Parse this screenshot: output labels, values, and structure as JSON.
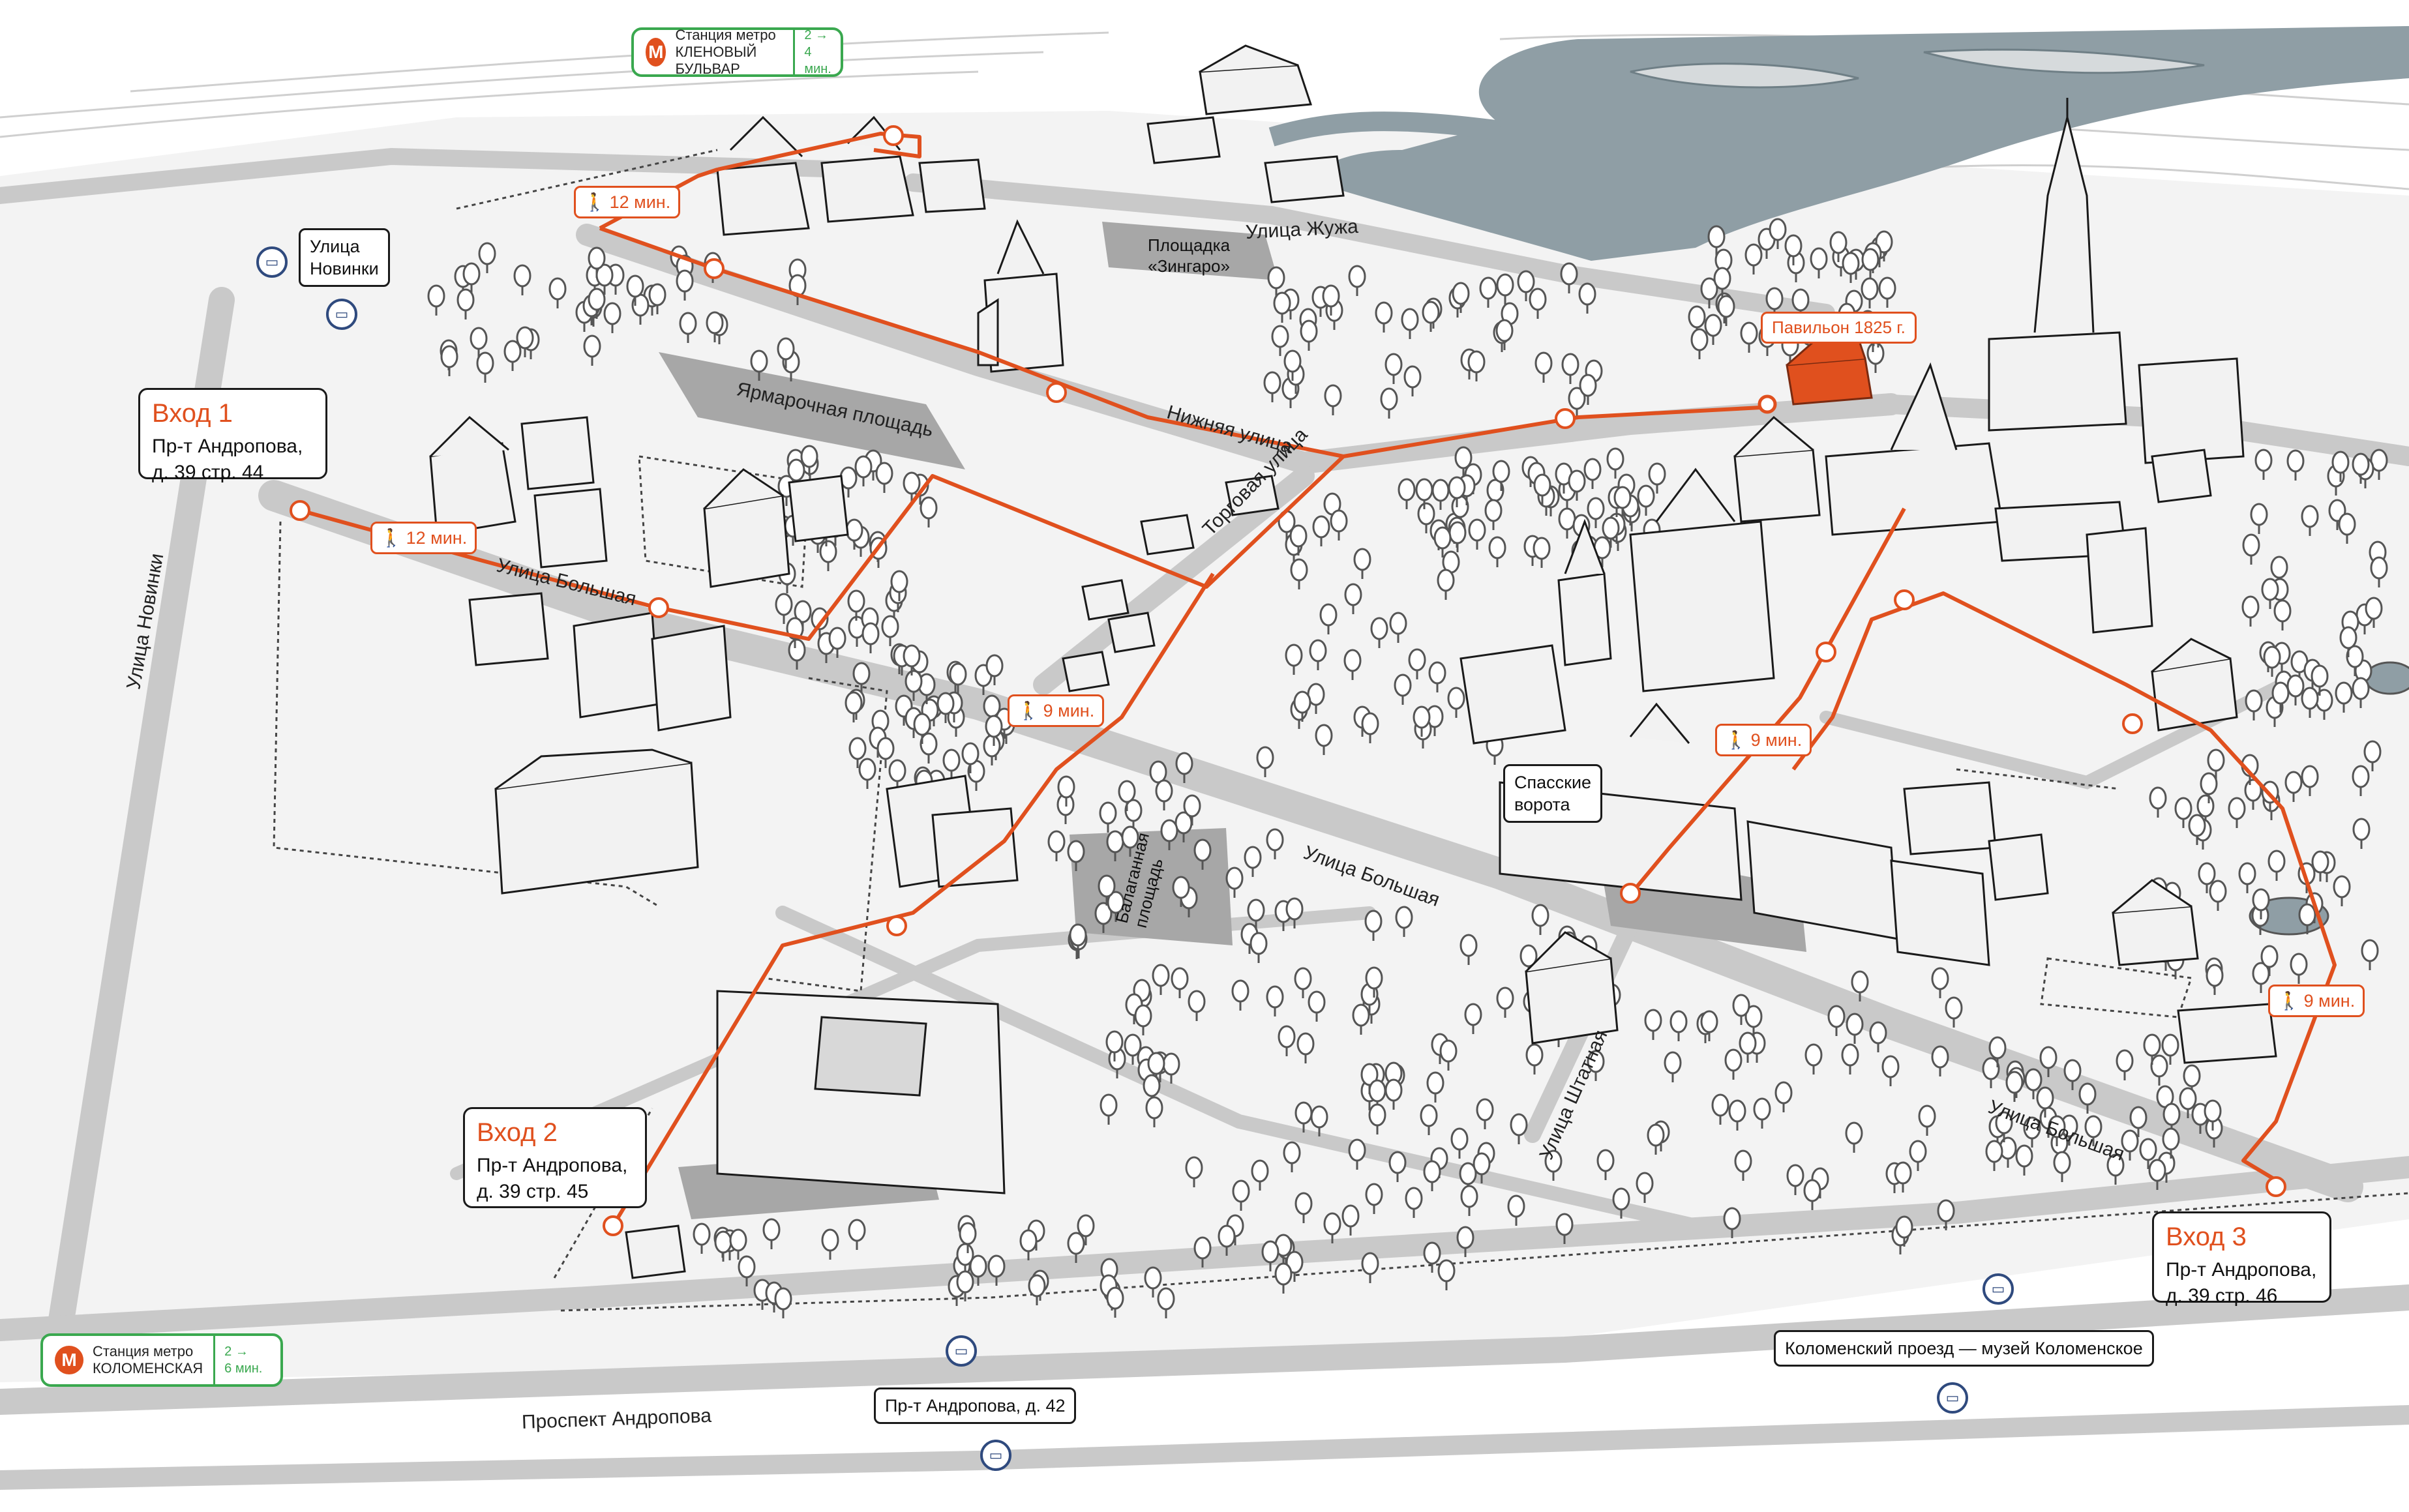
{
  "colors": {
    "route": "#e0501e",
    "road": "#c9c9c9",
    "plaza": "#a7a7a7",
    "river": "#8f9ea5",
    "metro_border": "#3aa84f",
    "bus": "#2f4a7e",
    "building": "#f2f2f2",
    "outline": "#1a1a1a"
  },
  "entries": [
    {
      "title": "Вход 1",
      "address_line1": "Пр-т Андропова,",
      "address_line2": "д. 39 стр. 44"
    },
    {
      "title": "Вход 2",
      "address_line1": "Пр-т Андропова,",
      "address_line2": "д. 39 стр. 45"
    },
    {
      "title": "Вход 3",
      "address_line1": "Пр-т Андропова,",
      "address_line2": "д. 39 стр. 46"
    }
  ],
  "metro": [
    {
      "icon": "metro-icon",
      "line1": "Станция метро",
      "line2": "КЛЕНОВЫЙ БУЛЬВАР",
      "time1": "2 →",
      "time2": "4 мин."
    },
    {
      "icon": "metro-icon",
      "line1": "Станция метро",
      "line2": "КОЛОМЕНСКАЯ",
      "time1": "2 →",
      "time2": "6 мин."
    }
  ],
  "walk_times": [
    "12 мин.",
    "12 мин.",
    "9 мин.",
    "9 мин.",
    "9 мин."
  ],
  "landmarks": {
    "pavilion": "Павильон 1825 г.",
    "spasskie_line1": "Спасские",
    "spasskie_line2": "ворота",
    "novinki_stop_line1": "Улица",
    "novinki_stop_line2": "Новинки"
  },
  "bus_stops": {
    "andropova_42": "Пр-т Андропова, д. 42",
    "kolomensky": "Коломенский проезд — музей Коломенское"
  },
  "streets": {
    "novinki": "Улица Новинки",
    "bolshaya_1": "Улица Большая",
    "bolshaya_2": "Улица Большая",
    "bolshaya_3": "Улица Большая",
    "zhuzha": "Улица Жужа",
    "nizhnyaya": "Нижняя улица",
    "torgovaya": "Торговая улица",
    "shtatnaya": "Улица Штатная",
    "andropova": "Проспект Андропова"
  },
  "plazas": {
    "yarmarochnaya": "Ярмарочная площадь",
    "zingaro_line1": "Площадка",
    "zingaro_line2": "«Зингаро»",
    "balagannaya_line1": "Балаганная",
    "balagannaya_line2": "площадь"
  }
}
